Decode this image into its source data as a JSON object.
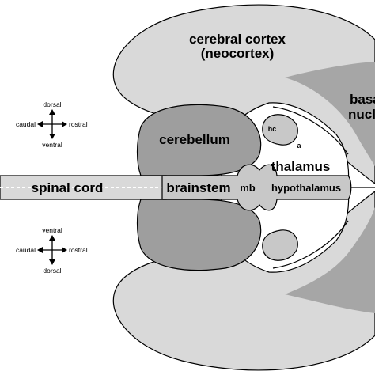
{
  "labels": {
    "cerebral_cortex_line1": "cerebral cortex",
    "cerebral_cortex_line2": "(neocortex)",
    "basal_nuclei_line1": "basal",
    "basal_nuclei_line2": "nuclei",
    "cerebellum": "cerebellum",
    "thalamus": "thalamus",
    "hippocampus_abbrev": "hc",
    "amygdala_abbrev": "a",
    "spinal_cord": "spinal cord",
    "brainstem": "brainstem",
    "midbrain_abbrev": "mb",
    "hypothalamus": "hypothalamus"
  },
  "compass_top": {
    "up": "dorsal",
    "left": "caudal",
    "right": "rostral",
    "down": "ventral"
  },
  "compass_bottom": {
    "up": "ventral",
    "left": "caudal",
    "right": "rostral",
    "down": "dorsal"
  },
  "colors": {
    "cortex_fill": "#d9d9d9",
    "basal_fill": "#a6a6a6",
    "cerebellum_fill": "#9e9e9e",
    "brainstem_fill": "#c8c8c8",
    "interior_fill": "#ffffff",
    "outline": "#000000"
  }
}
